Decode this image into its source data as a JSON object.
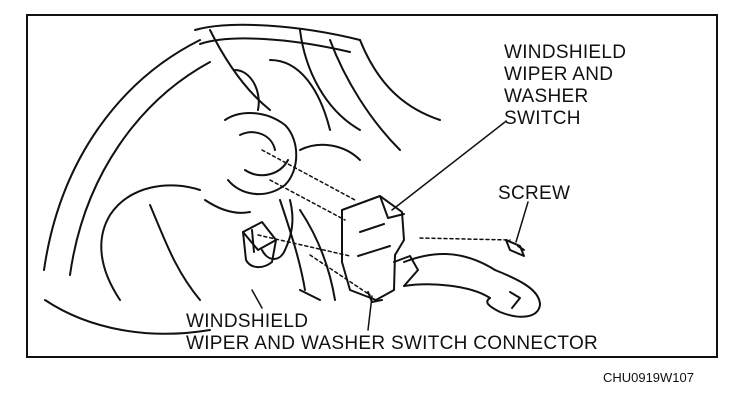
{
  "labels": {
    "switch": [
      "WINDSHIELD",
      "WIPER AND",
      "WASHER",
      "SWITCH"
    ],
    "screw": "SCREW",
    "connector": [
      "WINDSHIELD",
      "WIPER AND WASHER SWITCH CONNECTOR"
    ]
  },
  "figure_code": "CHU0919W107",
  "colors": {
    "ink": "#111111",
    "paper": "#ffffff"
  }
}
